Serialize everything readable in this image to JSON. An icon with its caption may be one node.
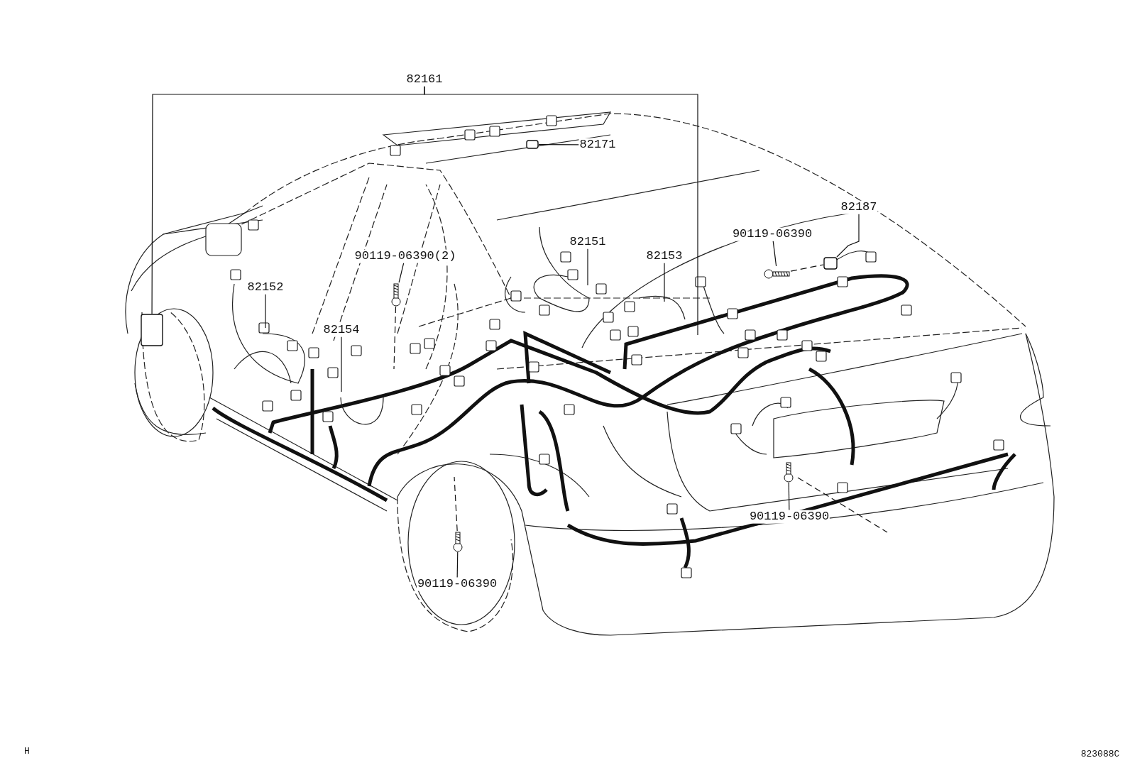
{
  "diagram": {
    "nodes": [
      {
        "text": [
          "82161"
        ]
      },
      {
        "text": [],
        "shape": "box"
      },
      {
        "text": [
          "82171"
        ]
      },
      {
        "text": [],
        "shape": "box"
      },
      {
        "text": [
          "82187"
        ]
      },
      {
        "text": [],
        "shape": "box"
      },
      {
        "text": [
          "90119-06390"
        ]
      },
      {
        "text": [],
        "shape": "picture"
      },
      {
        "text": [
          "82151"
        ]
      },
      {
        "text": [
          "82153"
        ]
      },
      {
        "text": [
          "82152"
        ]
      },
      {
        "text": [
          "90119-06390(2)"
        ]
      },
      {
        "text": [],
        "shape": "picture"
      },
      {
        "text": [
          "82154"
        ]
      },
      {
        "text": [
          "90119-06390"
        ]
      },
      {
        "text": [],
        "shape": "picture"
      },
      {
        "text": [
          "90119-06390"
        ]
      },
      {
        "text": [],
        "shape": "picture"
      }
    ],
    "edges": [
      {
        "from": 0,
        "to": 1,
        "arrow": "none"
      },
      {
        "from": 0,
        "to": null,
        "arrow": "none"
      },
      {
        "from": 2,
        "to": 3,
        "arrow": "none"
      },
      {
        "from": 4,
        "to": 5,
        "arrow": "none"
      },
      {
        "from": 6,
        "to": 7,
        "arrow": "none"
      },
      {
        "from": 7,
        "to": 5,
        "arrow": "none",
        "style": "dashed"
      },
      {
        "from": 8,
        "to": null,
        "arrow": "none"
      },
      {
        "from": 9,
        "to": null,
        "arrow": "none"
      },
      {
        "from": 10,
        "to": null,
        "arrow": "none"
      },
      {
        "from": 11,
        "to": 12,
        "arrow": "none"
      },
      {
        "from": 12,
        "to": null,
        "arrow": "none",
        "style": "dashed"
      },
      {
        "from": 13,
        "to": null,
        "arrow": "none"
      },
      {
        "from": 14,
        "to": 15,
        "arrow": "none"
      },
      {
        "from": 15,
        "to": null,
        "arrow": "none",
        "style": "dashed"
      },
      {
        "from": 16,
        "to": 17,
        "arrow": "none"
      },
      {
        "from": 17,
        "to": null,
        "arrow": "none",
        "style": "dashed"
      }
    ],
    "labels": [
      "H",
      "823088C"
    ]
  }
}
